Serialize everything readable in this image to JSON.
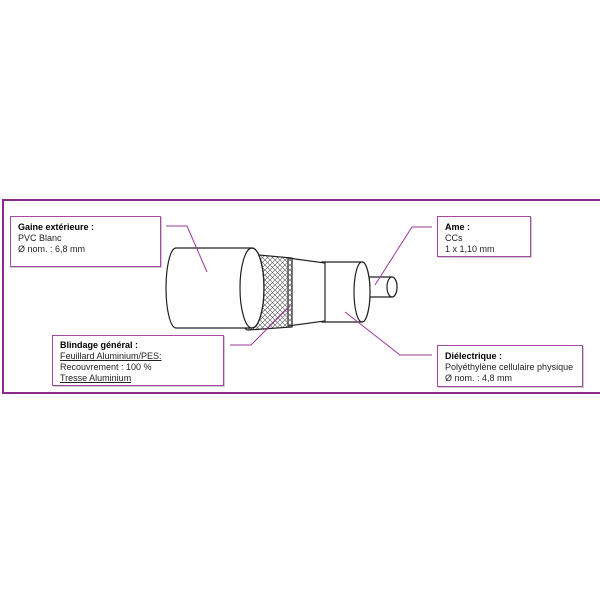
{
  "labels": {
    "gaine": {
      "title": "Gaine extérieure :",
      "lines": [
        "PVC Blanc",
        "Ø nom. : 6,8 mm"
      ]
    },
    "ame": {
      "title": "Ame :",
      "lines": [
        "CCs",
        "1 x 1,10 mm"
      ]
    },
    "blindage": {
      "title": "Blindage général :",
      "lines": [
        "Feuillard Aluminium/PES:",
        "Recouvrement : 100 %",
        "Tresse Aluminium"
      ]
    },
    "dielectrique": {
      "title": "Diélectrique :",
      "lines": [
        "Polyéthylène cellulaire physique",
        "Ø nom. : 4,8 mm"
      ]
    }
  },
  "colors": {
    "accent": "#8b2a8b"
  }
}
